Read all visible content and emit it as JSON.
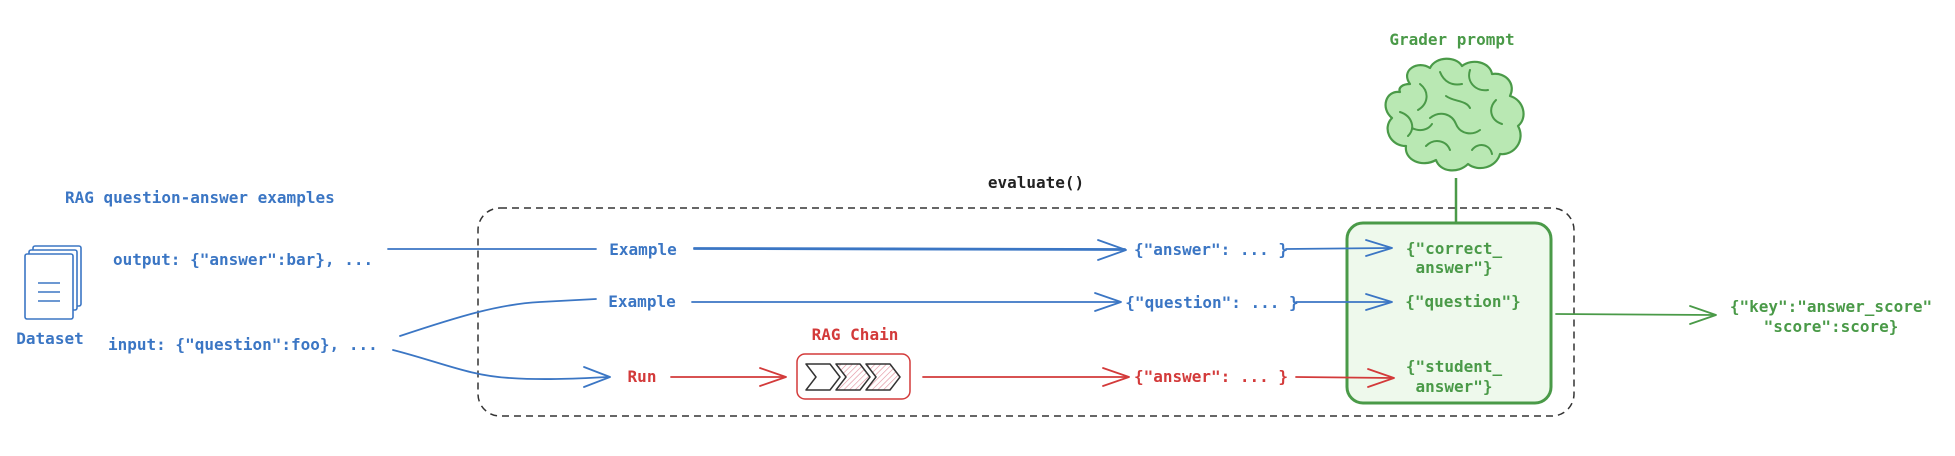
{
  "colors": {
    "blue": "#3b76c4",
    "red": "#d33a3a",
    "green": "#4a9a48",
    "green_fill": "#eef9ec",
    "brain_fill": "#b9e8b3",
    "black": "#222222"
  },
  "icons": {
    "dataset": "document-stack-icon",
    "brain": "brain-icon",
    "chain": "chevron-chain-icon"
  },
  "labels": {
    "grader_prompt": "Grader prompt",
    "evaluate": "evaluate()",
    "examples_title": "RAG question-answer examples",
    "dataset": "Dataset",
    "output": "output: {\"answer\":bar}, ...",
    "input": "input: {\"question\":foo}, ...",
    "example_top": "Example",
    "example_mid": "Example",
    "run": "Run",
    "rag_chain": "RAG Chain",
    "answer_top": "{\"answer\": ... }",
    "question_mid": "{\"question\": ... }",
    "answer_bottom": "{\"answer\": ... }",
    "correct_answer_1": "{\"correct_",
    "correct_answer_2": "answer\"}",
    "question_box": "{\"question\"}",
    "student_answer_1": "{\"student_",
    "student_answer_2": "answer\"}",
    "result_1": "{\"key\":\"answer_score\"",
    "result_2": "\"score\":score}"
  }
}
